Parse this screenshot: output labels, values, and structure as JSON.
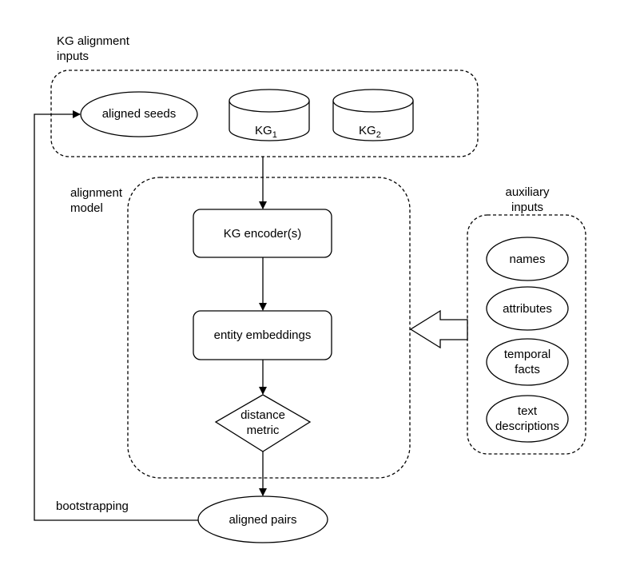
{
  "groups": {
    "kg_inputs_label": "KG alignment\ninputs",
    "model_label": "alignment\nmodel",
    "aux_label": "auxiliary\ninputs"
  },
  "nodes": {
    "aligned_seeds": "aligned seeds",
    "kg1_base": "KG",
    "kg1_sub": "1",
    "kg2_base": "KG",
    "kg2_sub": "2",
    "encoder": "KG encoder(s)",
    "embeddings": "entity embeddings",
    "distance": "distance\nmetric",
    "aligned_pairs": "aligned pairs",
    "bootstrapping": "bootstrapping"
  },
  "aux_items": [
    "names",
    "attributes",
    "temporal\nfacts",
    "text\ndescriptions"
  ],
  "colors": {
    "stroke": "#000000",
    "fill": "#ffffff"
  }
}
